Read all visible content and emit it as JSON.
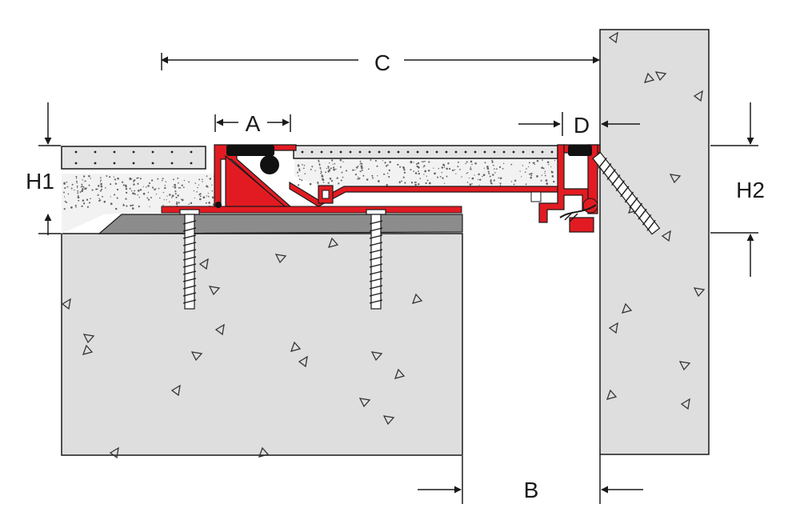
{
  "labels": {
    "a": "A",
    "b": "B",
    "c": "C",
    "d": "D",
    "h1": "H1",
    "h2": "H2"
  },
  "colors": {
    "concrete": "#dedede",
    "profile": "#e21b22",
    "outline": "#1a1a1a",
    "mortar": "#f2f2f2",
    "bedding": "#8c8c8c",
    "tile": "#e4e4e4",
    "seal": "#111111"
  }
}
